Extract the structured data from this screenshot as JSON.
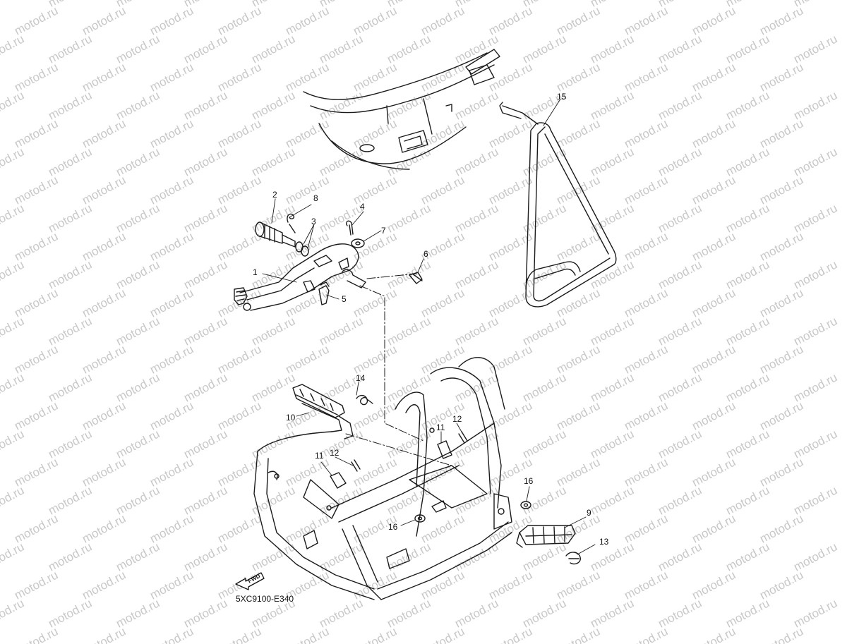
{
  "watermark": "motod.ru",
  "diagram_code": "5XC9100-E340",
  "fwd_label": "FWD",
  "callouts": [
    {
      "id": "c1",
      "label": "1"
    },
    {
      "id": "c2",
      "label": "2"
    },
    {
      "id": "c3",
      "label": "3"
    },
    {
      "id": "c4",
      "label": "4"
    },
    {
      "id": "c5",
      "label": "5"
    },
    {
      "id": "c6",
      "label": "6"
    },
    {
      "id": "c7",
      "label": "7"
    },
    {
      "id": "c8",
      "label": "8"
    },
    {
      "id": "c9",
      "label": "9"
    },
    {
      "id": "c10",
      "label": "10"
    },
    {
      "id": "c11a",
      "label": "11"
    },
    {
      "id": "c11b",
      "label": "11"
    },
    {
      "id": "c12a",
      "label": "12"
    },
    {
      "id": "c12b",
      "label": "12"
    },
    {
      "id": "c13",
      "label": "13"
    },
    {
      "id": "c14",
      "label": "14"
    },
    {
      "id": "c15",
      "label": "15"
    },
    {
      "id": "c16a",
      "label": "16"
    },
    {
      "id": "c16b",
      "label": "16"
    }
  ]
}
